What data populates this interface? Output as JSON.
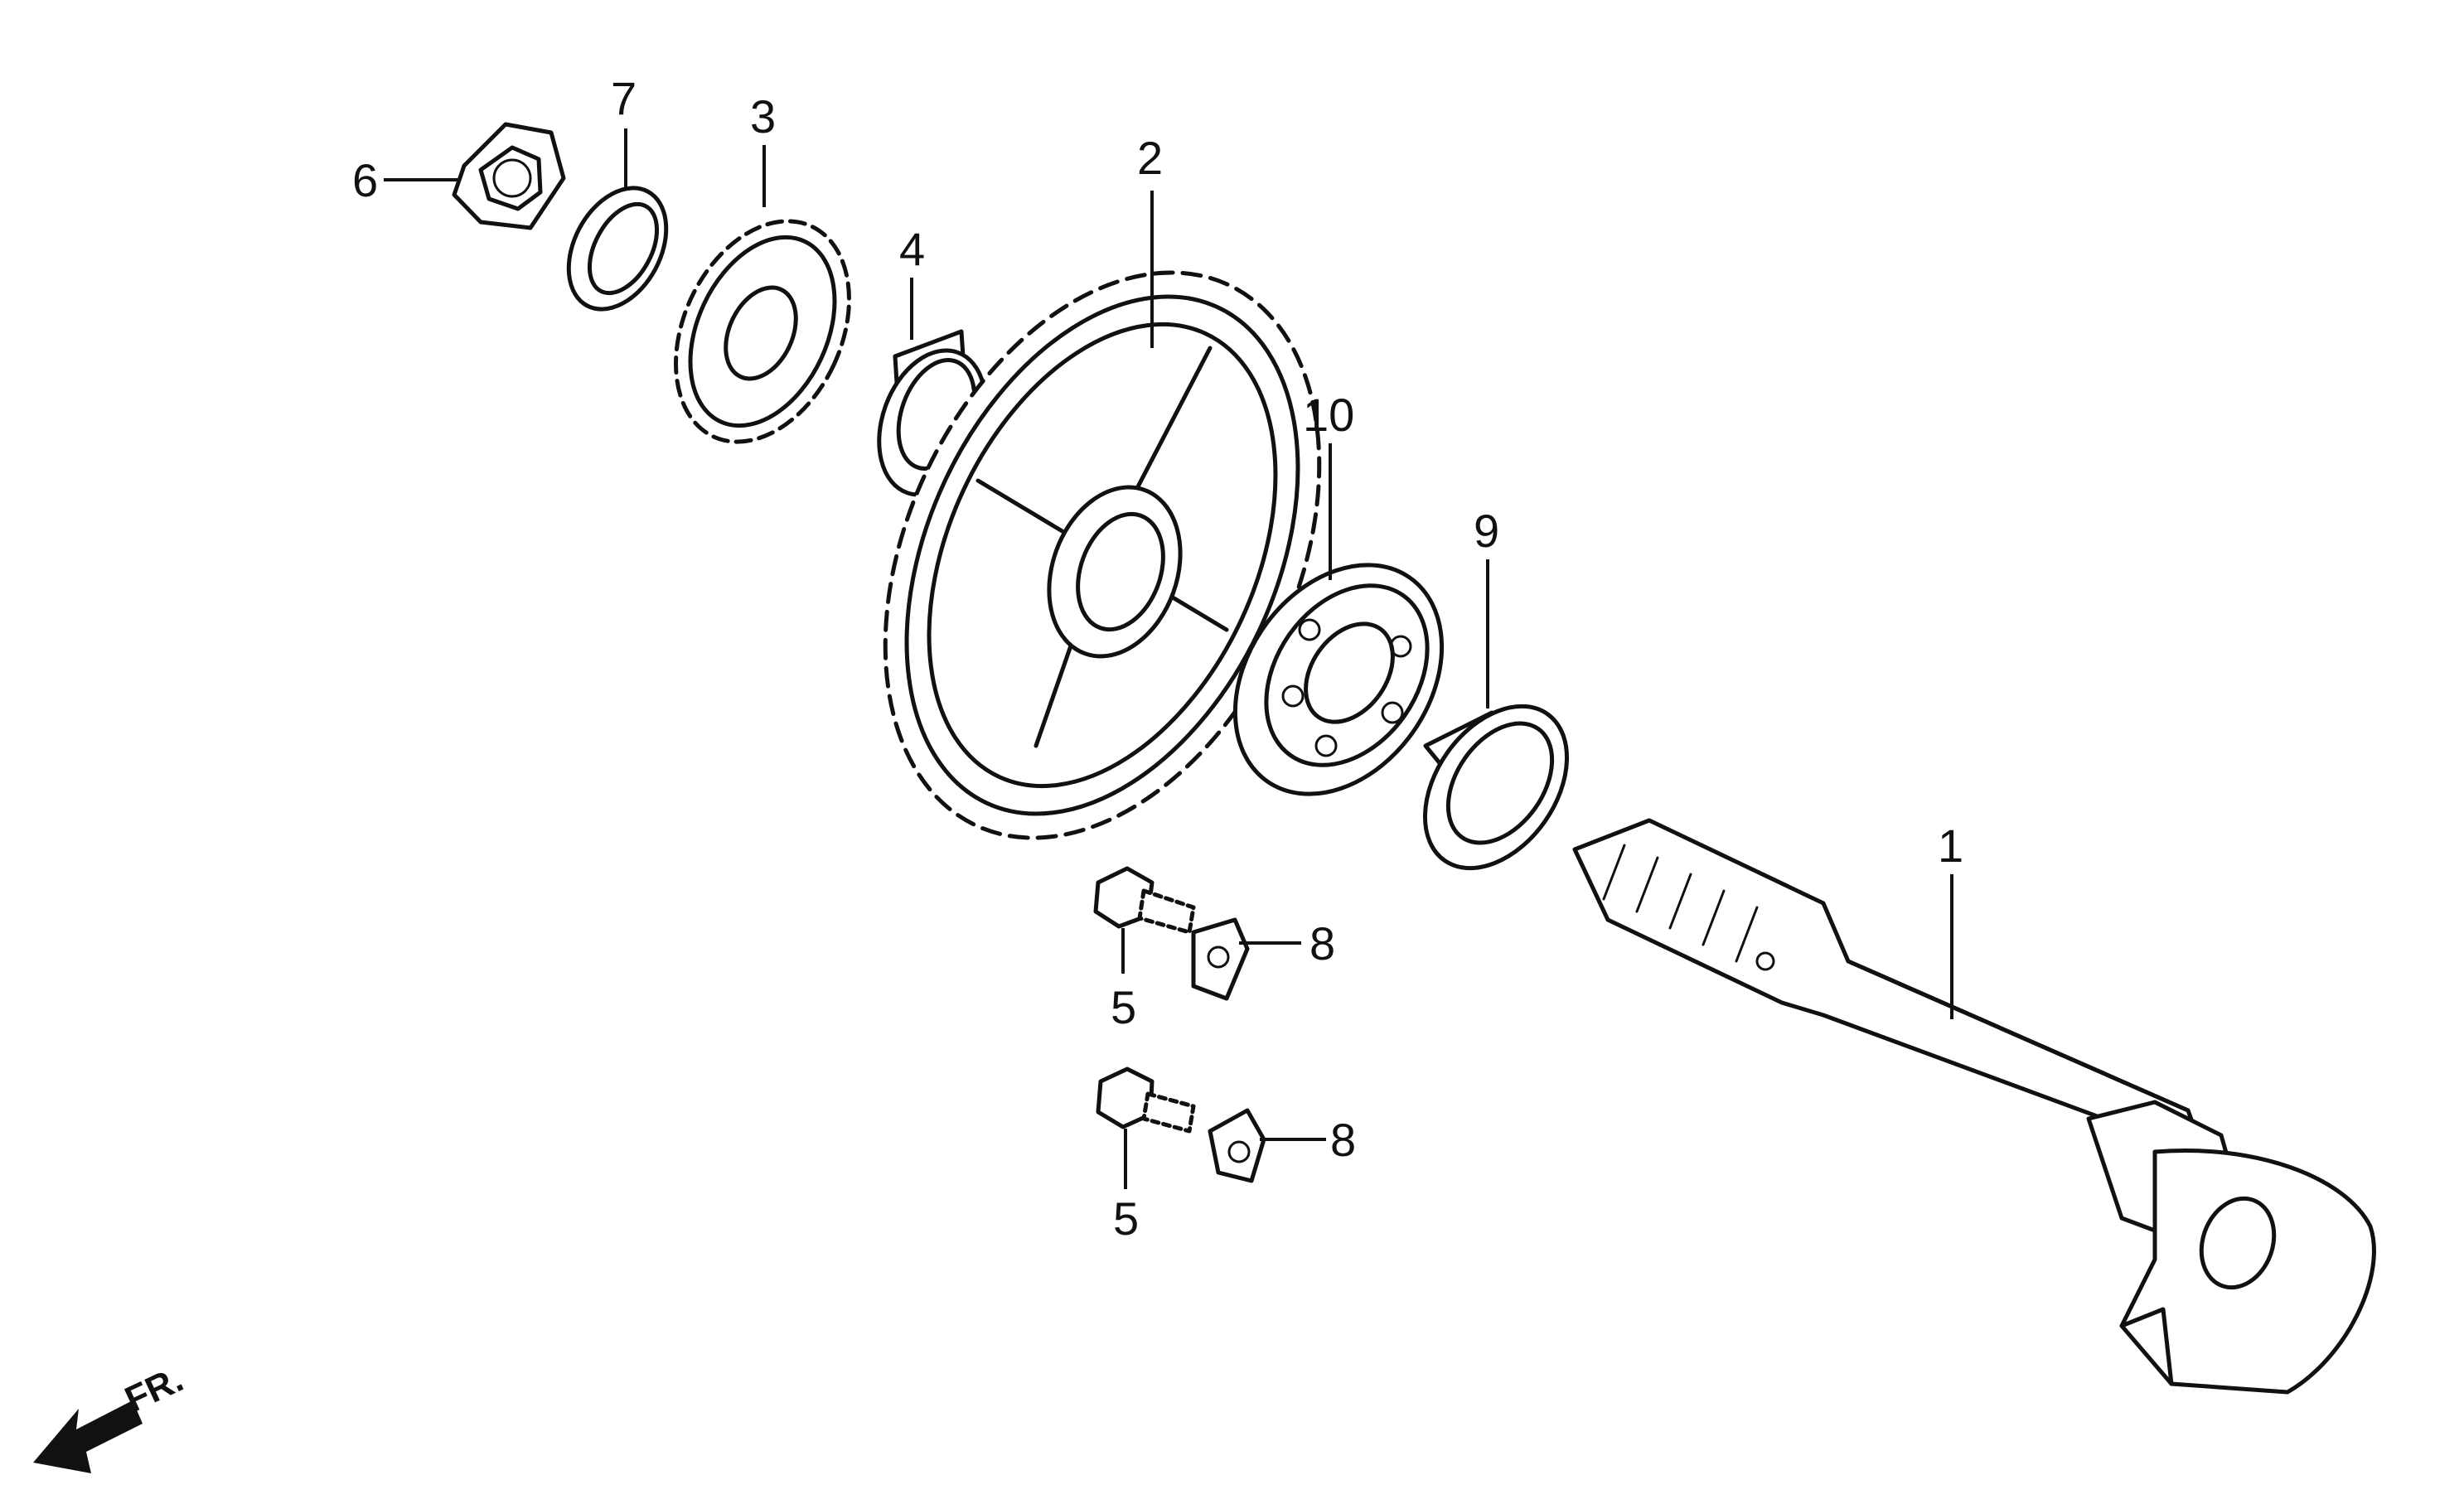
{
  "diagram": {
    "orientation_label": "FR.",
    "callouts": [
      {
        "id": "c1",
        "text": "1"
      },
      {
        "id": "c2",
        "text": "2"
      },
      {
        "id": "c3",
        "text": "3"
      },
      {
        "id": "c4",
        "text": "4"
      },
      {
        "id": "c5a",
        "text": "5"
      },
      {
        "id": "c5b",
        "text": "5"
      },
      {
        "id": "c6",
        "text": "6"
      },
      {
        "id": "c7",
        "text": "7"
      },
      {
        "id": "c8a",
        "text": "8"
      },
      {
        "id": "c8b",
        "text": "8"
      },
      {
        "id": "c9",
        "text": "9"
      },
      {
        "id": "c10",
        "text": "10"
      }
    ]
  }
}
